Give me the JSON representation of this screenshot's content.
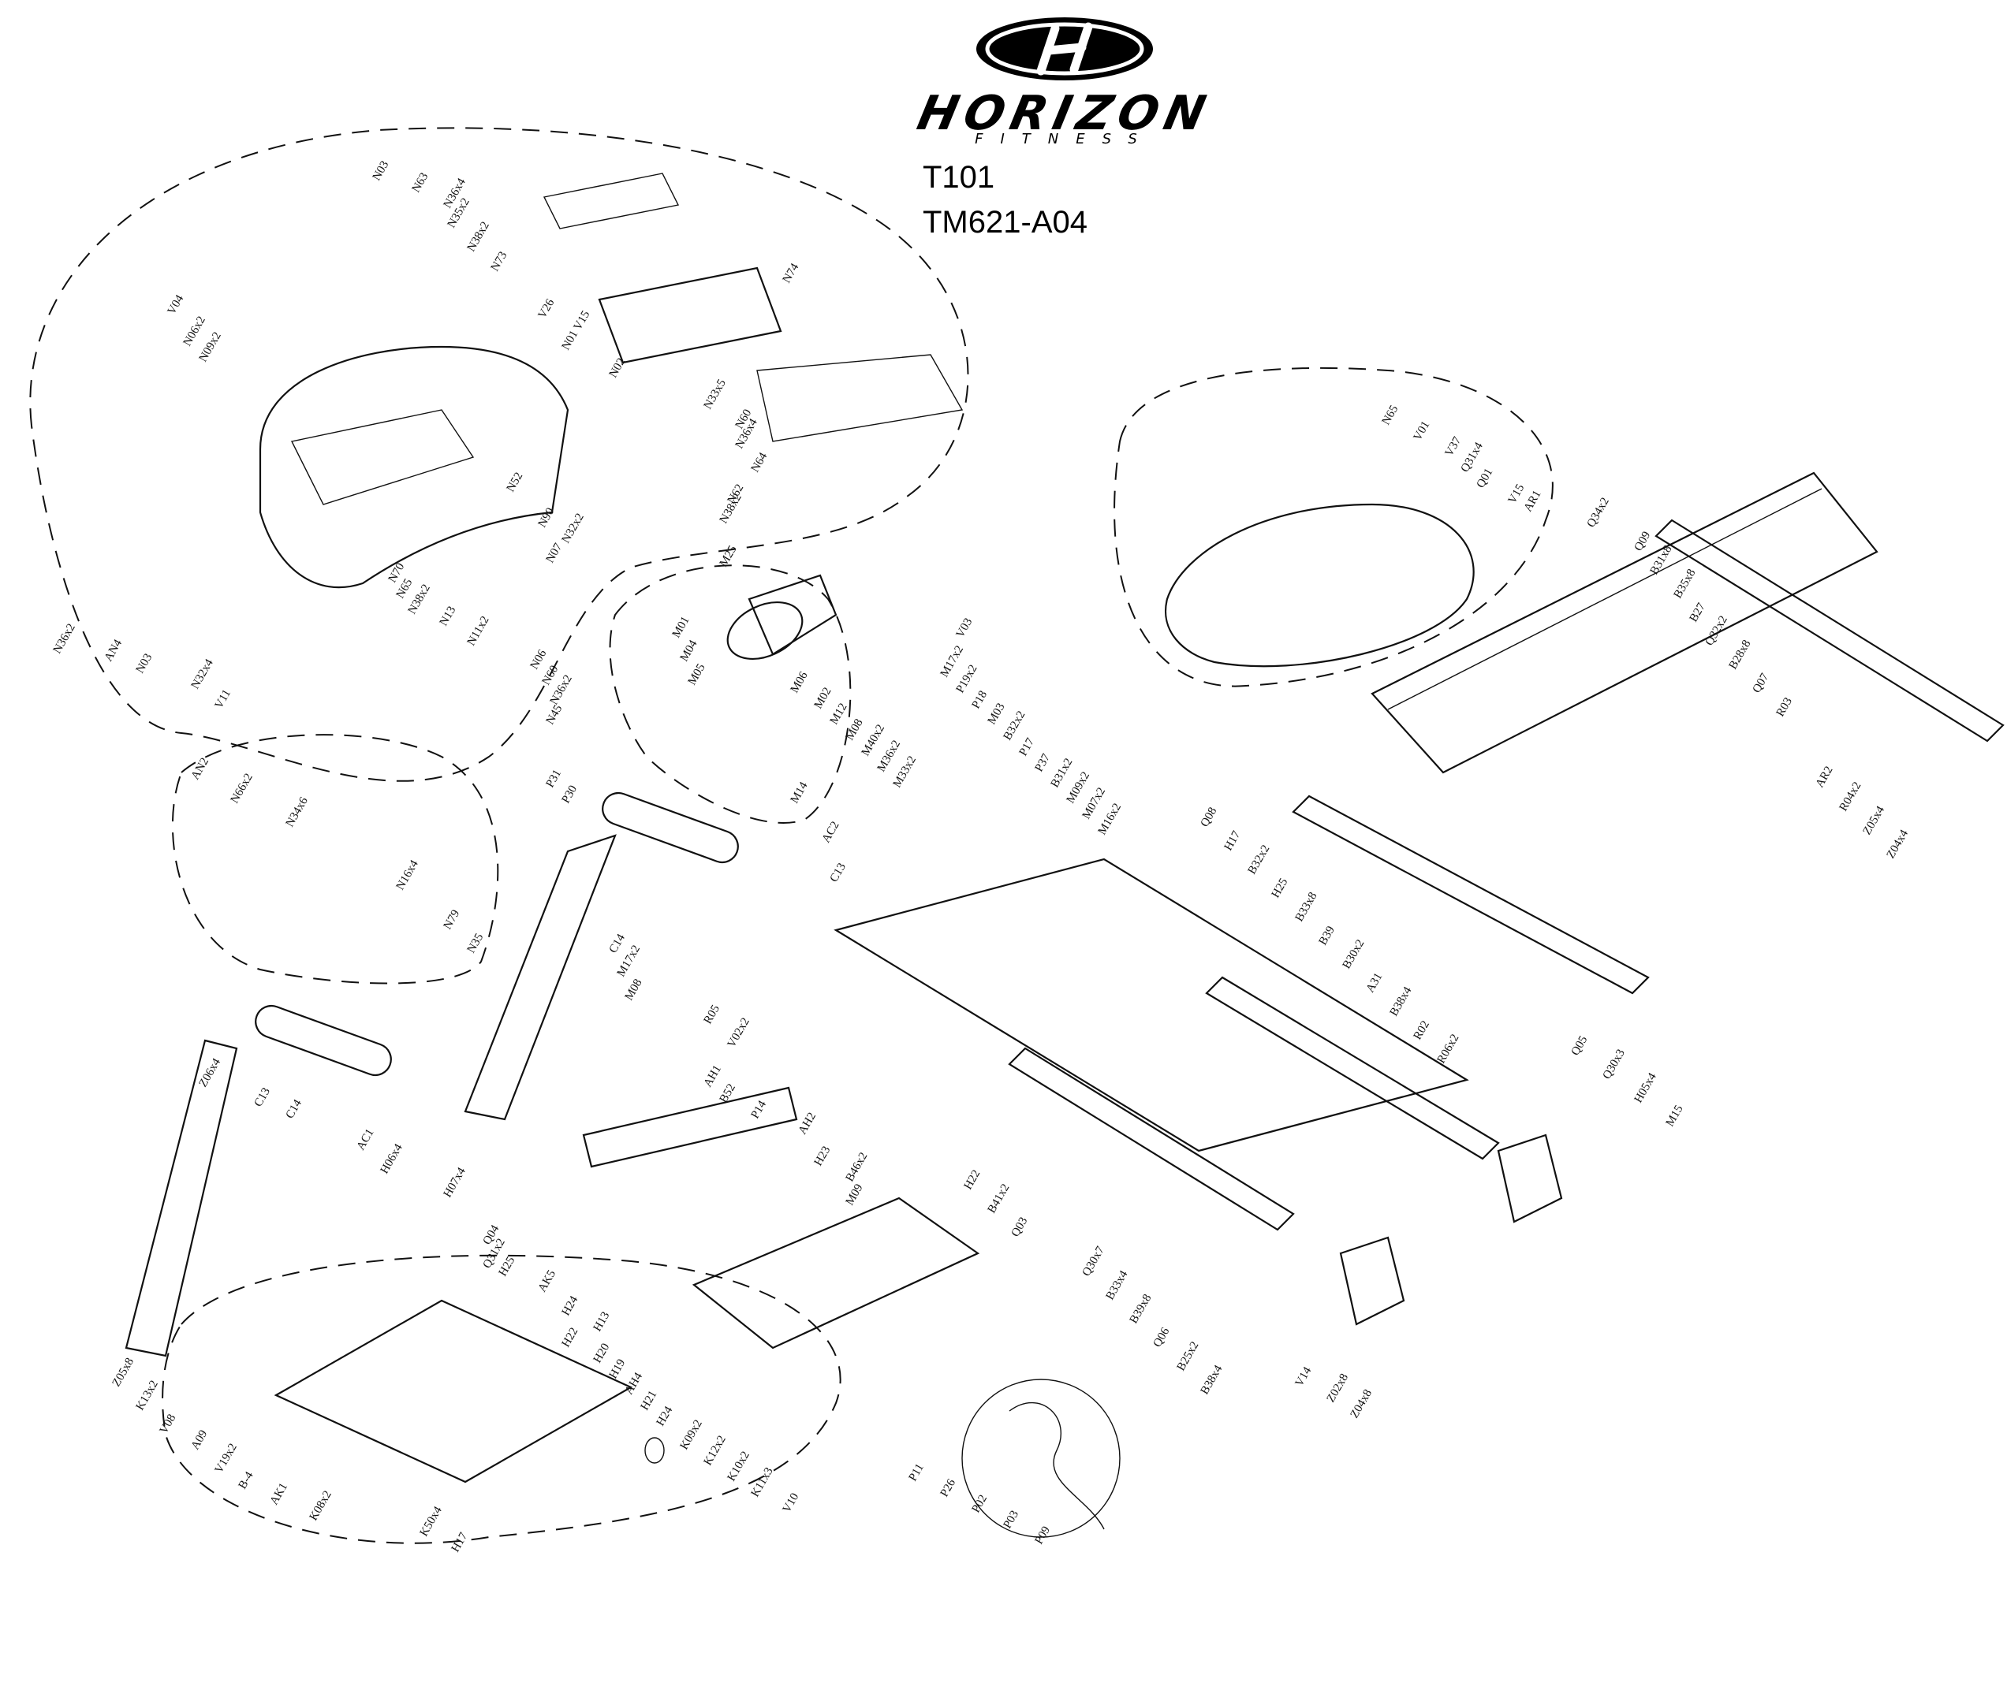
{
  "brand": {
    "name": "HORIZON",
    "tagline": "FITNESS"
  },
  "model": {
    "number": "T101",
    "drawing_code": "TM621-A04"
  },
  "callouts": [
    "N03",
    "N63",
    "N36x4",
    "N35x2",
    "N38x2",
    "N73",
    "V04",
    "N06x2",
    "N09x2",
    "V26",
    "V15",
    "N62",
    "N74",
    "N01",
    "N02",
    "N33x5",
    "N60",
    "N36x4",
    "N64",
    "N38x2",
    "N52",
    "N90",
    "N32x2",
    "N07",
    "N70",
    "N65",
    "N38x2",
    "N13",
    "N11x2",
    "N06",
    "N60",
    "N36x2",
    "N45",
    "N36x2",
    "AN4",
    "N03",
    "N32x4",
    "V11",
    "N65",
    "V01",
    "V37",
    "Q31x4",
    "Q01",
    "V15",
    "V03",
    "AN2",
    "N66x2",
    "N34x6",
    "N16x4",
    "N79",
    "N35",
    "P31",
    "P30",
    "M25",
    "M01",
    "M04",
    "M05",
    "M06",
    "M02",
    "M12",
    "M08",
    "M40x2",
    "M36x2",
    "M33x2",
    "M17x2",
    "P19x2",
    "P18",
    "M03",
    "B32x2",
    "P17",
    "P37",
    "B31x2",
    "M09x2",
    "M07x2",
    "M16x2",
    "M14",
    "AC2",
    "C13",
    "C14",
    "M17x2",
    "M08",
    "R05",
    "V02x2",
    "AR1",
    "Q34x2",
    "Q09",
    "B31x8",
    "B35x8",
    "B27",
    "Q32x2",
    "B28x8",
    "Q07",
    "R03",
    "Q08",
    "H17",
    "B32x2",
    "H25",
    "B33x8",
    "B39",
    "B30x2",
    "A31",
    "B38x4",
    "R02",
    "R06x2",
    "AR2",
    "R04x2",
    "Z05x4",
    "Z04x4",
    "Z06x4",
    "C13",
    "C14",
    "AC1",
    "H06x4",
    "H07x4",
    "AH1",
    "B52",
    "P14",
    "AH2",
    "H23",
    "B46x2",
    "M09",
    "H22",
    "B41x2",
    "Q03",
    "Q30x7",
    "B33x4",
    "B39x8",
    "Q06",
    "B25x2",
    "B38x4",
    "Q05",
    "Q30x3",
    "H05x4",
    "M15",
    "Q04",
    "Q31x2",
    "V14",
    "Z02x8",
    "Z04x8",
    "Z05x8",
    "K13x2",
    "V08",
    "A09",
    "V19x2",
    "B-4",
    "AK1",
    "K08x2",
    "K50x4",
    "H17",
    "H25",
    "AK5",
    "H24",
    "H13",
    "H22",
    "H20",
    "H19",
    "AH4",
    "H21",
    "H24",
    "K09x2",
    "K12x2",
    "K10x2",
    "K11x3",
    "V10",
    "P11",
    "P26",
    "P02",
    "P03",
    "P09"
  ]
}
